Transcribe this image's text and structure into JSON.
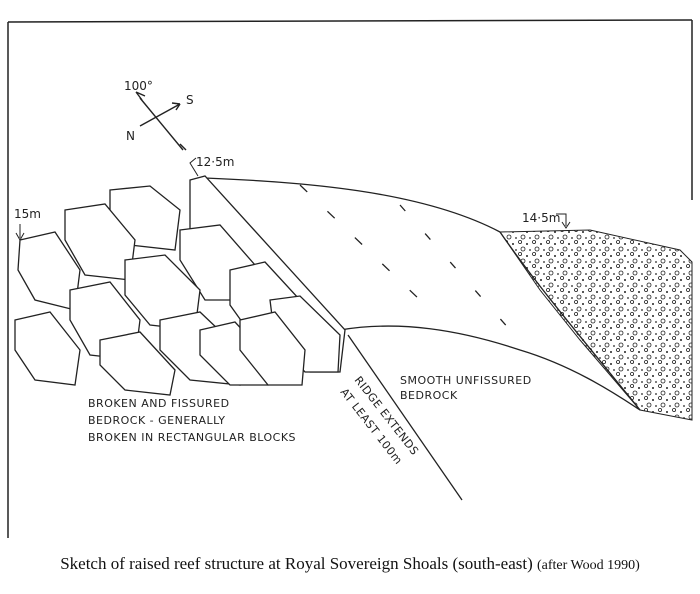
{
  "compass": {
    "bearing": "100°",
    "south": "S",
    "north": "N"
  },
  "depths": {
    "top": "12·5m",
    "left": "15m",
    "right": "14·5m"
  },
  "annotations": {
    "broken_line1": "BROKEN AND FISSURED",
    "broken_line2": "BEDROCK - GENERALLY",
    "broken_line3": "BROKEN IN RECTANGULAR BLOCKS",
    "ridge_line1": "RIDGE EXTENDS",
    "ridge_line2": "AT LEAST 100m",
    "smooth_line1": "SMOOTH UNFISSURED",
    "smooth_line2": "BEDROCK"
  },
  "caption": {
    "main": "Sketch of raised reef structure at Royal Sovereign Shoals (south-east)",
    "credit": "(after Wood 1990)"
  }
}
